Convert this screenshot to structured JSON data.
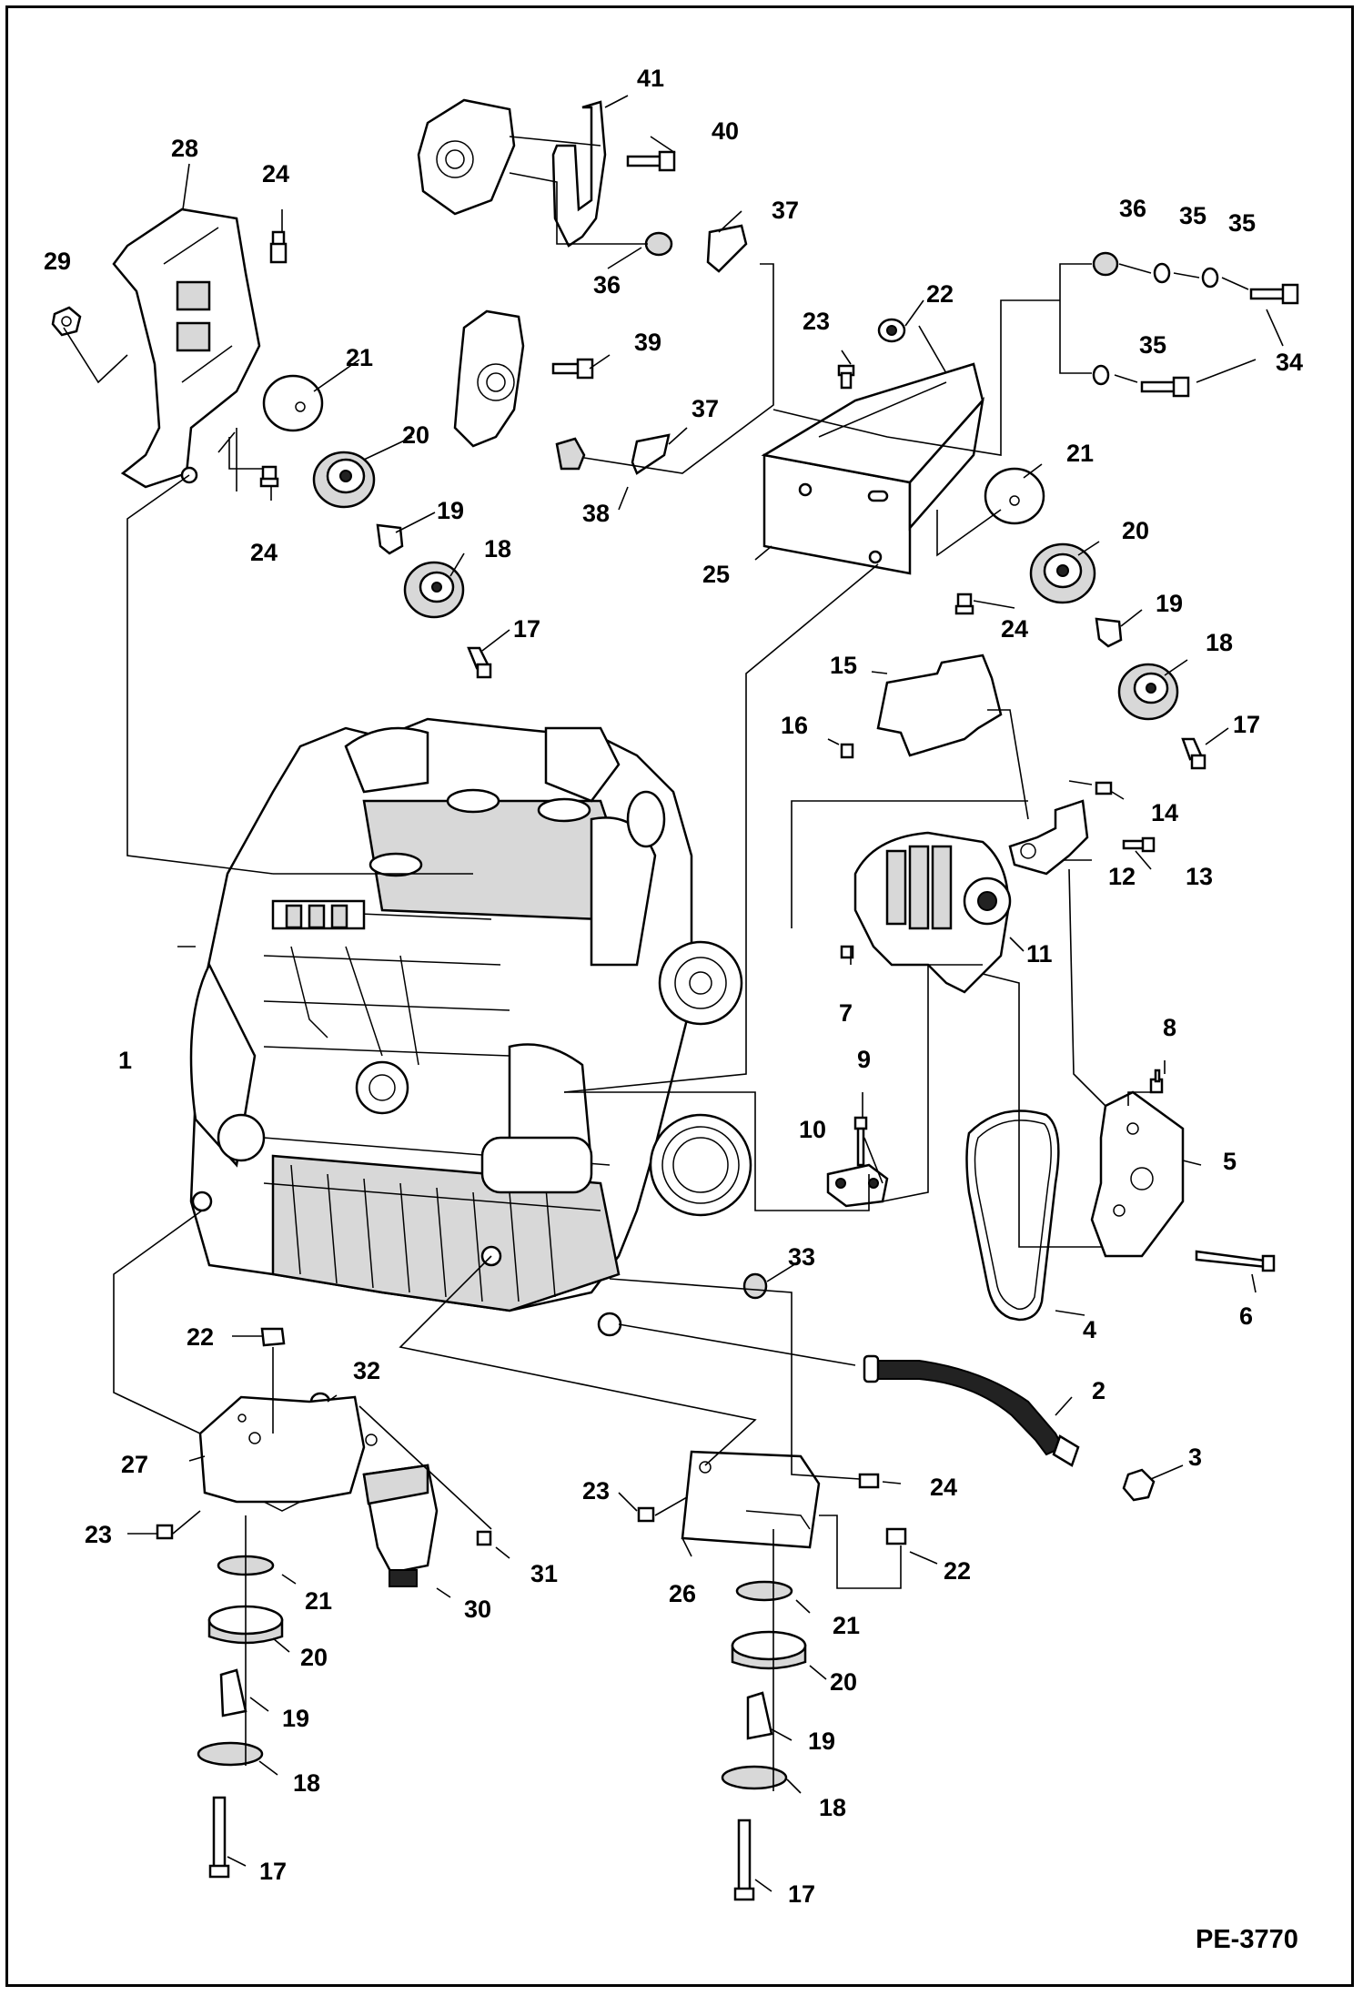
{
  "figure_id": "PE-3770",
  "callouts": [
    {
      "id": "c41",
      "text": "41"
    },
    {
      "id": "c40",
      "text": "40"
    },
    {
      "id": "c37a",
      "text": "37"
    },
    {
      "id": "c36a",
      "text": "36"
    },
    {
      "id": "c28",
      "text": "28"
    },
    {
      "id": "c24a",
      "text": "24"
    },
    {
      "id": "c29",
      "text": "29"
    },
    {
      "id": "c21a",
      "text": "21"
    },
    {
      "id": "c20a",
      "text": "20"
    },
    {
      "id": "c19a",
      "text": "19"
    },
    {
      "id": "c18a",
      "text": "18"
    },
    {
      "id": "c17a",
      "text": "17"
    },
    {
      "id": "c24b",
      "text": "24"
    },
    {
      "id": "c39",
      "text": "39"
    },
    {
      "id": "c37b",
      "text": "37"
    },
    {
      "id": "c38",
      "text": "38"
    },
    {
      "id": "c23a",
      "text": "23"
    },
    {
      "id": "c22a",
      "text": "22"
    },
    {
      "id": "c25",
      "text": "25"
    },
    {
      "id": "c36b",
      "text": "36"
    },
    {
      "id": "c35a",
      "text": "35"
    },
    {
      "id": "c35b",
      "text": "35"
    },
    {
      "id": "c35c",
      "text": "35"
    },
    {
      "id": "c34",
      "text": "34"
    },
    {
      "id": "c21b",
      "text": "21"
    },
    {
      "id": "c20b",
      "text": "20"
    },
    {
      "id": "c24c",
      "text": "24"
    },
    {
      "id": "c19b",
      "text": "19"
    },
    {
      "id": "c18b",
      "text": "18"
    },
    {
      "id": "c17b",
      "text": "17"
    },
    {
      "id": "c15",
      "text": "15"
    },
    {
      "id": "c16",
      "text": "16"
    },
    {
      "id": "c14",
      "text": "14"
    },
    {
      "id": "c13",
      "text": "13"
    },
    {
      "id": "c12",
      "text": "12"
    },
    {
      "id": "c11",
      "text": "11"
    },
    {
      "id": "c7",
      "text": "7"
    },
    {
      "id": "c8",
      "text": "8"
    },
    {
      "id": "c9",
      "text": "9"
    },
    {
      "id": "c10",
      "text": "10"
    },
    {
      "id": "c5",
      "text": "5"
    },
    {
      "id": "c1",
      "text": "1"
    },
    {
      "id": "c4",
      "text": "4"
    },
    {
      "id": "c6",
      "text": "6"
    },
    {
      "id": "c33",
      "text": "33"
    },
    {
      "id": "c2",
      "text": "2"
    },
    {
      "id": "c3",
      "text": "3"
    },
    {
      "id": "c22b",
      "text": "22"
    },
    {
      "id": "c32",
      "text": "32"
    },
    {
      "id": "c27",
      "text": "27"
    },
    {
      "id": "c23b",
      "text": "23"
    },
    {
      "id": "c31",
      "text": "31"
    },
    {
      "id": "c30",
      "text": "30"
    },
    {
      "id": "c21c",
      "text": "21"
    },
    {
      "id": "c20c",
      "text": "20"
    },
    {
      "id": "c19c",
      "text": "19"
    },
    {
      "id": "c18c",
      "text": "18"
    },
    {
      "id": "c17c",
      "text": "17"
    },
    {
      "id": "c23c",
      "text": "23"
    },
    {
      "id": "c24d",
      "text": "24"
    },
    {
      "id": "c26",
      "text": "26"
    },
    {
      "id": "c22c",
      "text": "22"
    },
    {
      "id": "c21d",
      "text": "21"
    },
    {
      "id": "c20d",
      "text": "20"
    },
    {
      "id": "c19d",
      "text": "19"
    },
    {
      "id": "c18d",
      "text": "18"
    },
    {
      "id": "c17d",
      "text": "17"
    }
  ]
}
